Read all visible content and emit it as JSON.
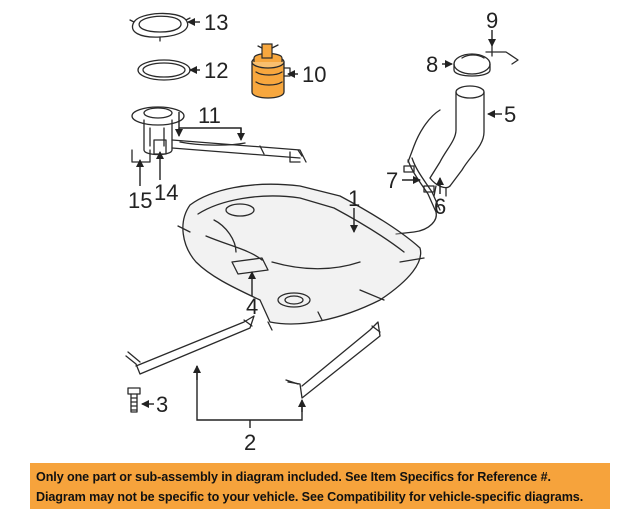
{
  "callouts": {
    "c1": "1",
    "c2": "2",
    "c3": "3",
    "c4": "4",
    "c5": "5",
    "c6": "6",
    "c7": "7",
    "c8": "8",
    "c9": "9",
    "c10": "10",
    "c11": "11",
    "c12": "12",
    "c13": "13",
    "c14": "14",
    "c15": "15"
  },
  "banner": {
    "line1": "Only one part or sub-assembly in diagram included. See Item Specifics for Reference #.",
    "line2": "Diagram may not be specific to your vehicle. See Compatibility for vehicle-specific diagrams."
  },
  "colors": {
    "highlight_part": "#f7a73e",
    "banner_bg": "#f6a33c",
    "line": "#2a2a2a"
  }
}
